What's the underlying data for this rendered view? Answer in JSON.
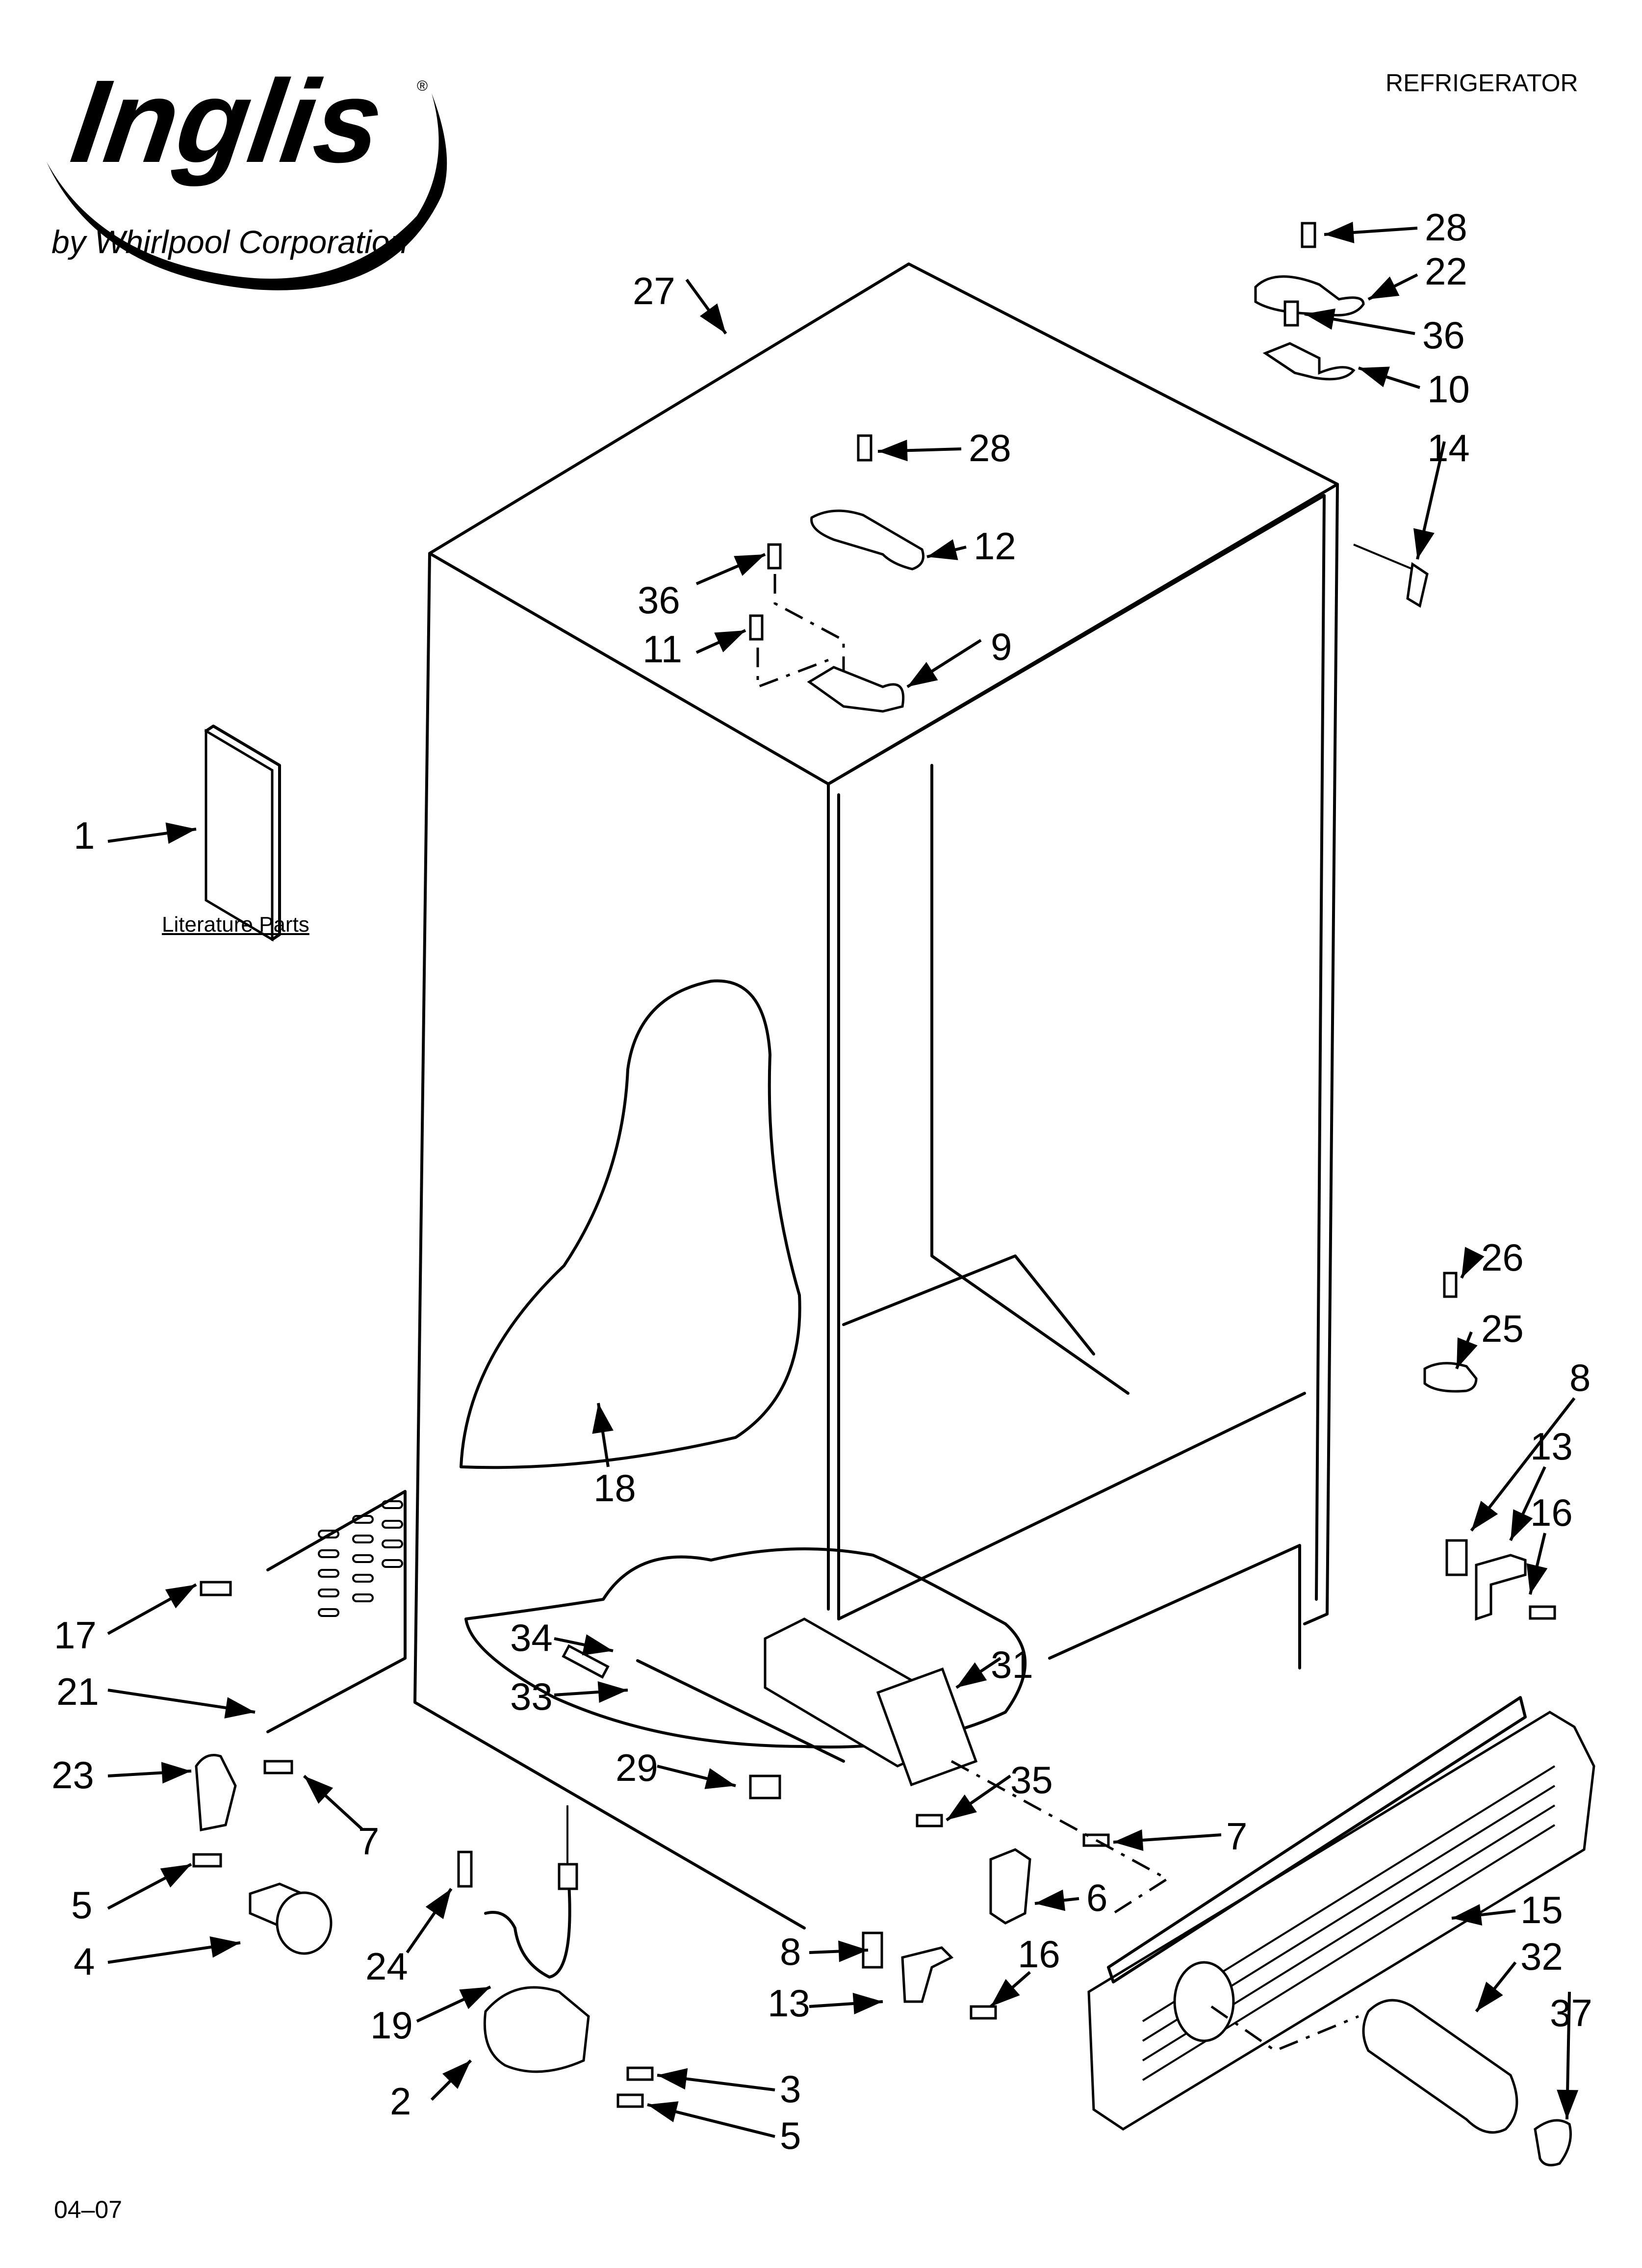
{
  "brand": {
    "logo_text": "Inglis",
    "registered_mark": "®",
    "byline": "by Whirlpool Corporation"
  },
  "document": {
    "category": "REFRIGERATOR",
    "date_code": "04–07",
    "literature_caption": "Literature Parts"
  },
  "callouts": [
    {
      "id": "c28a",
      "label": "28"
    },
    {
      "id": "c22",
      "label": "22"
    },
    {
      "id": "c36a",
      "label": "36"
    },
    {
      "id": "c10",
      "label": "10"
    },
    {
      "id": "c14",
      "label": "14"
    },
    {
      "id": "c27",
      "label": "27"
    },
    {
      "id": "c28b",
      "label": "28"
    },
    {
      "id": "c12",
      "label": "12"
    },
    {
      "id": "c36b",
      "label": "36"
    },
    {
      "id": "c11",
      "label": "11"
    },
    {
      "id": "c9",
      "label": "9"
    },
    {
      "id": "c1",
      "label": "1"
    },
    {
      "id": "c26",
      "label": "26"
    },
    {
      "id": "c25",
      "label": "25"
    },
    {
      "id": "c8a",
      "label": "8"
    },
    {
      "id": "c13a",
      "label": "13"
    },
    {
      "id": "c16a",
      "label": "16"
    },
    {
      "id": "c18",
      "label": "18"
    },
    {
      "id": "c17",
      "label": "17"
    },
    {
      "id": "c21",
      "label": "21"
    },
    {
      "id": "c34",
      "label": "34"
    },
    {
      "id": "c33",
      "label": "33"
    },
    {
      "id": "c31",
      "label": "31"
    },
    {
      "id": "c23",
      "label": "23"
    },
    {
      "id": "c7a",
      "label": "7"
    },
    {
      "id": "c29",
      "label": "29"
    },
    {
      "id": "c35",
      "label": "35"
    },
    {
      "id": "c7b",
      "label": "7"
    },
    {
      "id": "c5a",
      "label": "5"
    },
    {
      "id": "c6",
      "label": "6"
    },
    {
      "id": "c15",
      "label": "15"
    },
    {
      "id": "c4",
      "label": "4"
    },
    {
      "id": "c24",
      "label": "24"
    },
    {
      "id": "c8b",
      "label": "8"
    },
    {
      "id": "c16b",
      "label": "16"
    },
    {
      "id": "c32",
      "label": "32"
    },
    {
      "id": "c13b",
      "label": "13"
    },
    {
      "id": "c37",
      "label": "37"
    },
    {
      "id": "c19",
      "label": "19"
    },
    {
      "id": "c3",
      "label": "3"
    },
    {
      "id": "c2",
      "label": "2"
    },
    {
      "id": "c5b",
      "label": "5"
    }
  ]
}
